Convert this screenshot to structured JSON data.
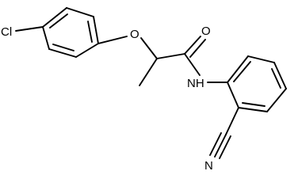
{
  "molecule": {
    "atoms": {
      "cl": "Cl",
      "o_ether": "O",
      "o_carbonyl": "O",
      "nh": "NH",
      "n_nitrile": "N"
    }
  }
}
